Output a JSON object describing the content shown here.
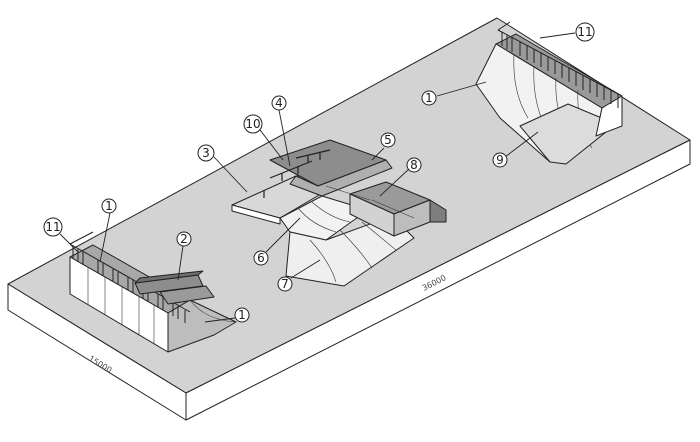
{
  "callouts": [
    "1",
    "2",
    "3",
    "4",
    "5",
    "6",
    "7",
    "8",
    "9",
    "10",
    "11"
  ],
  "dimensions": {
    "length": "36000",
    "width": "15000"
  },
  "colors": {
    "slab_top": "#d3d3d3",
    "slab_side": "#ffffff",
    "ramp_light": "#f4f4f4",
    "ramp_mid": "#bdbdbd",
    "ramp_dark": "#8d8d8d",
    "deck": "#9a9a9a",
    "outline": "#222222"
  }
}
